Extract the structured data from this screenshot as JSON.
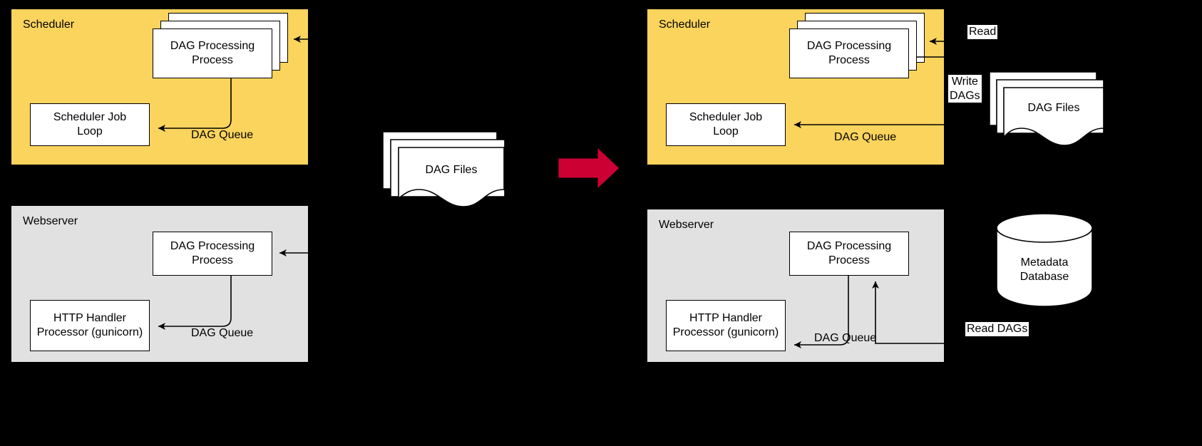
{
  "diagram": {
    "title": "Airflow DAG processing architecture: before and after DAG serialization",
    "background_color": "#000000",
    "scheduler_fill": "#FBD45D",
    "webserver_fill": "#E1E1E1",
    "node_fill": "#FFFFFF",
    "stroke": "#000000",
    "arrow_accent": "#CC0033"
  },
  "left": {
    "scheduler": {
      "label": "Scheduler",
      "dag_processing_process": "DAG Processing\nProcess",
      "scheduler_job_loop": "Scheduler Job\nLoop",
      "dag_queue_label": "DAG Queue"
    },
    "webserver": {
      "label": "Webserver",
      "dag_processing_process": "DAG Processing\nProcess",
      "http_handler": "HTTP Handler\nProcessor (gunicorn)",
      "dag_queue_label": "DAG Queue"
    }
  },
  "center": {
    "dag_files": "DAG Files",
    "transition_arrow": "transition-arrow"
  },
  "right": {
    "scheduler": {
      "label": "Scheduler",
      "dag_processing_process": "DAG Processing\nProcess",
      "scheduler_job_loop": "Scheduler Job\nLoop",
      "dag_queue_label": "DAG Queue"
    },
    "webserver": {
      "label": "Webserver",
      "dag_processing_process": "DAG Processing\nProcess",
      "http_handler": "HTTP Handler\nProcessor (gunicorn)",
      "dag_queue_label": "DAG Queue"
    },
    "dag_files": "DAG Files",
    "metadata_database": "Metadata\nDatabase",
    "read_label": "Read",
    "write_dags_label": "Write\nDAGs",
    "read_dags_label": "Read DAGs"
  }
}
